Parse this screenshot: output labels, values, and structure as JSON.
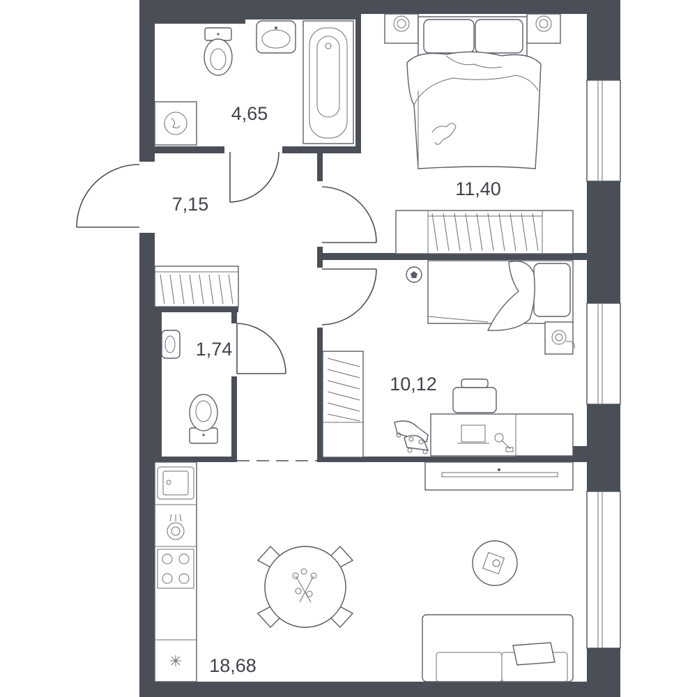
{
  "rooms": [
    {
      "id": "bathroom",
      "area": "4,65"
    },
    {
      "id": "hallway",
      "area": "7,15"
    },
    {
      "id": "bedroom",
      "area": "11,40"
    },
    {
      "id": "toilet",
      "area": "1,74"
    },
    {
      "id": "kids-room",
      "area": "10,12"
    },
    {
      "id": "kitchen-living",
      "area": "18,68"
    }
  ],
  "colors": {
    "wall": "#4a4e57",
    "line": "#5a5e66",
    "background": "#ffffff"
  }
}
